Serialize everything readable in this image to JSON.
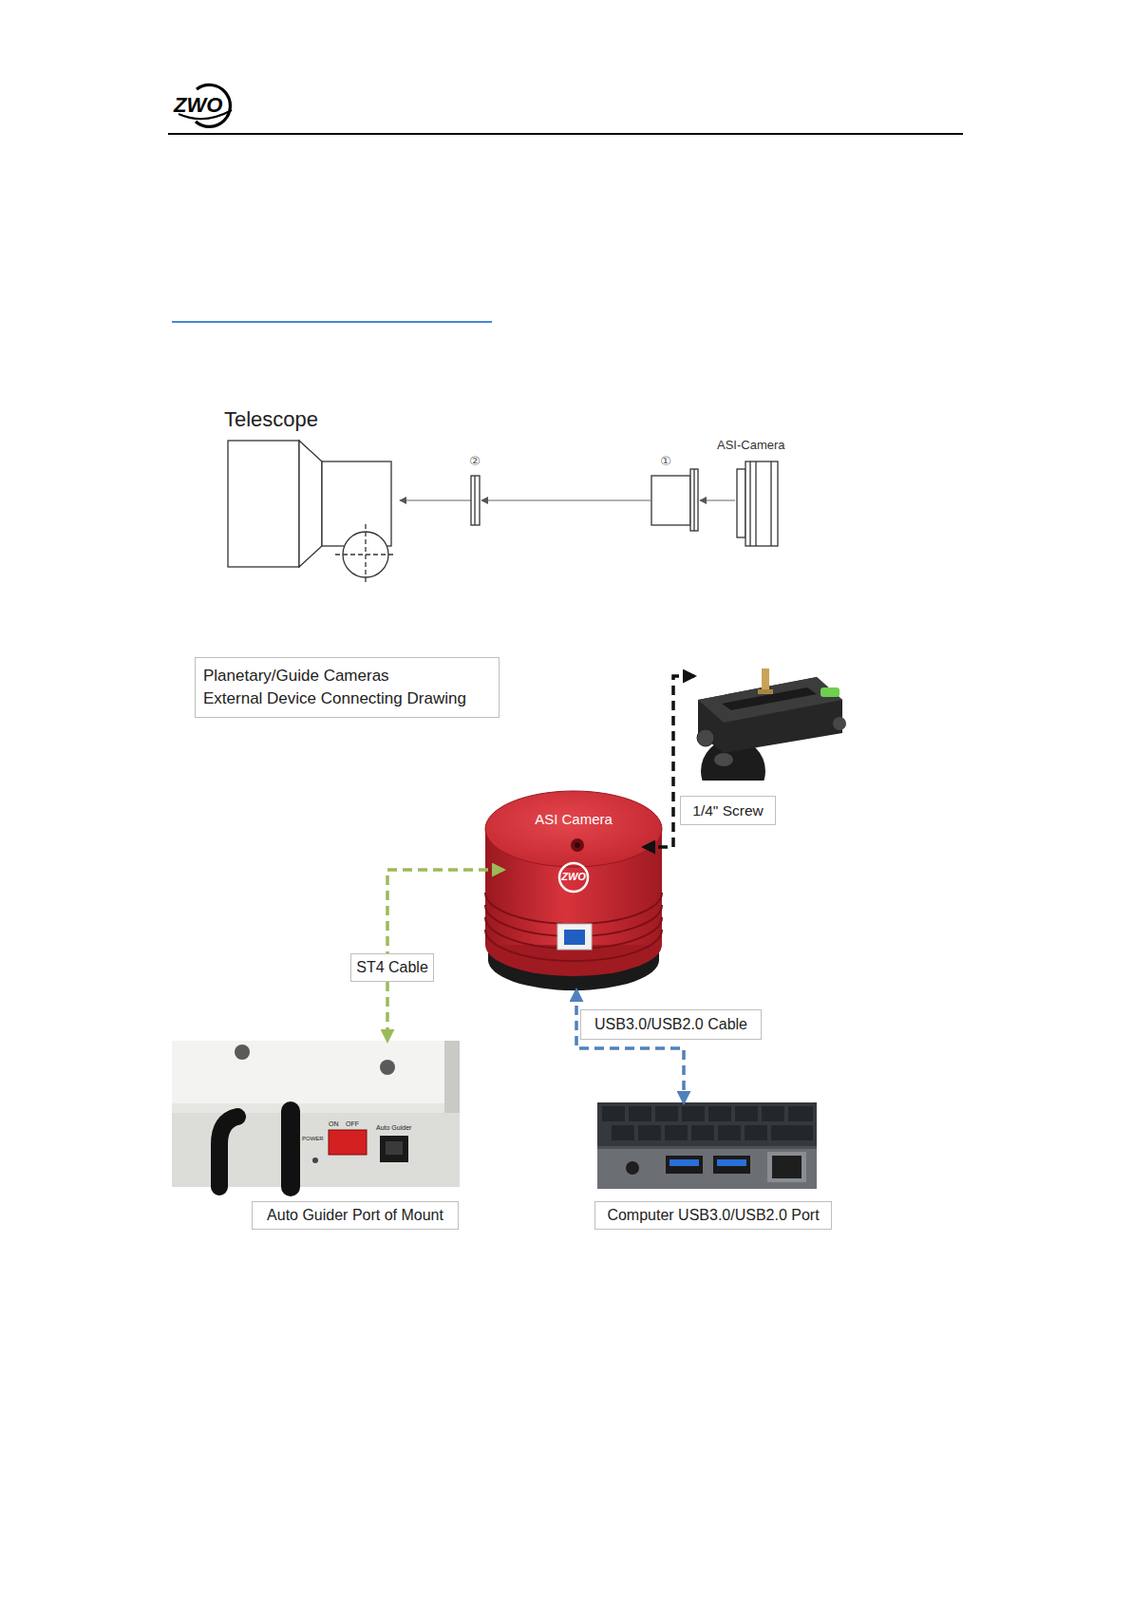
{
  "diagram": {
    "nodes": [
      {
        "text": [
          "Planetary/Guide Cameras",
          "External Device Connecting Drawing"
        ]
      },
      {
        "text": [
          "1/4\" Screw"
        ]
      },
      {
        "text": [
          "ASI Camera"
        ]
      },
      {
        "text": [
          "Auto Guider Port of Mount"
        ]
      },
      {
        "text": [
          "Computer USB3.0/USB2.0 Port"
        ]
      }
    ],
    "edges": [
      {
        "from": 1,
        "to": 2,
        "arrow": "both"
      },
      {
        "from": 2,
        "to": 3,
        "label": "ST4 Cable",
        "arrow": "both"
      },
      {
        "from": 2,
        "to": 4,
        "label": "USB3.0/USB2.0 Cable",
        "arrow": "both"
      }
    ],
    "labels": [
      "ZWO",
      "Telescope",
      "②",
      "①",
      "ASI-Camera",
      "ZWO",
      "ON",
      "OFF",
      "POWER",
      "Auto Guider"
    ]
  }
}
